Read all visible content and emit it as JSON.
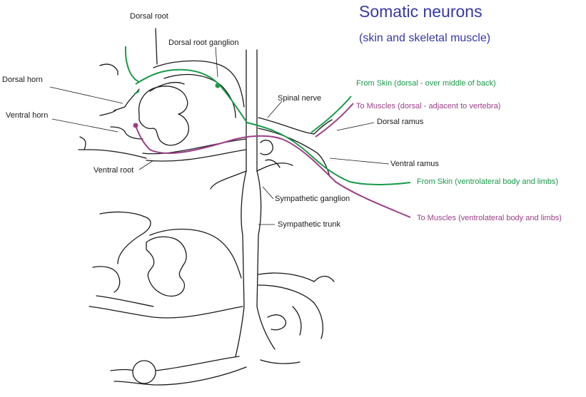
{
  "title": "Somatic neurons",
  "subtitle": "(skin and skeletal muscle)",
  "colors": {
    "title": "#3737a8",
    "sensory_pathway": "#1a9a4a",
    "motor_pathway": "#9b3f86",
    "outline": "#1a1a1a"
  },
  "labels": {
    "dorsal_root": "Dorsal root",
    "dorsal_root_ganglion": "Dorsal root ganglion",
    "dorsal_horn": "Dorsal horn",
    "ventral_horn": "Ventral horn",
    "ventral_root": "Ventral root",
    "spinal_nerve": "Spinal nerve",
    "dorsal_ramus": "Dorsal ramus",
    "ventral_ramus": "Ventral ramus",
    "sympathetic_ganglion": "Sympathetic ganglion",
    "sympathetic_trunk": "Sympathetic trunk",
    "from_skin_dorsal": "From Skin (dorsal - over middle of back)",
    "to_muscles_dorsal": "To Muscles (dorsal - adjacent to vertebra)",
    "from_skin_ventrolateral": "From Skin (ventrolateral body and limbs)",
    "to_muscles_ventrolateral": "To Muscles (ventrolateral body and limbs)"
  }
}
